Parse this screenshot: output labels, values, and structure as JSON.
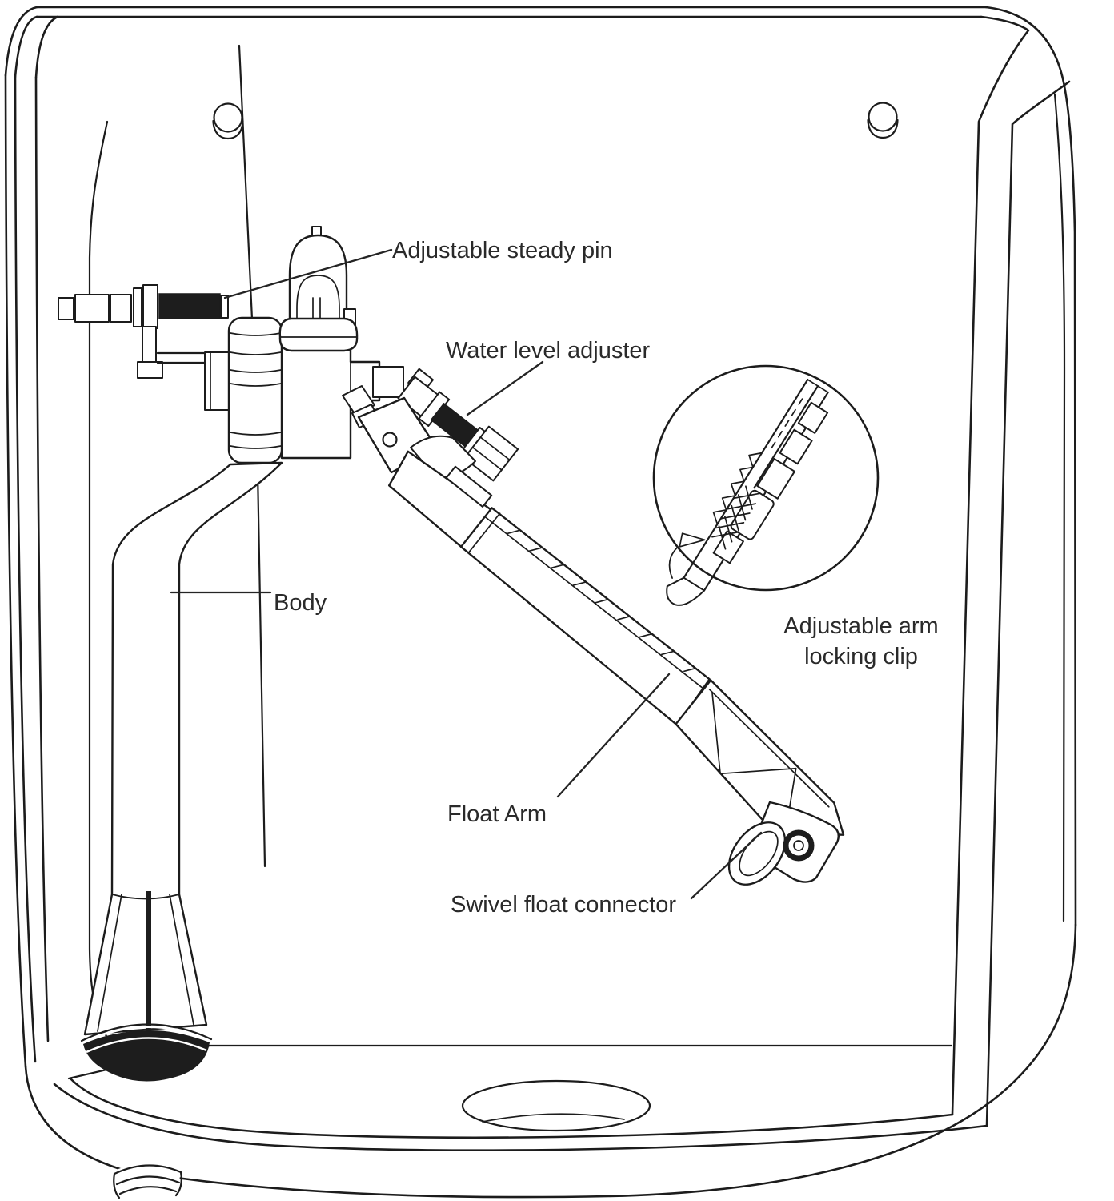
{
  "diagram": {
    "labels": {
      "steady_pin": "Adjustable steady pin",
      "water_level": "Water level adjuster",
      "body": "Body",
      "float_arm": "Float Arm",
      "swivel": "Swivel float connector",
      "locking_clip_line1": "Adjustable arm",
      "locking_clip_line2": "locking clip"
    },
    "colors": {
      "line": "#1c1c1c",
      "label_text": "#2a2a2a",
      "dark_fill": "#1d1d1d",
      "background": "#ffffff"
    }
  }
}
